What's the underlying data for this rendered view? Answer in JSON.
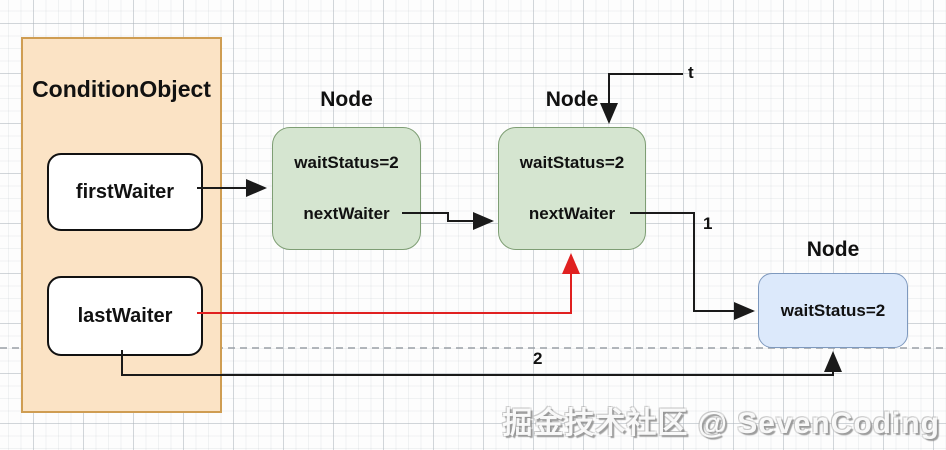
{
  "diagram": {
    "condition_object": {
      "title": "ConditionObject",
      "fields": [
        {
          "label": "firstWaiter"
        },
        {
          "label": "lastWaiter"
        }
      ]
    },
    "nodes": [
      {
        "title": "Node",
        "rows": [
          "waitStatus=2",
          "nextWaiter"
        ]
      },
      {
        "title": "Node",
        "rows": [
          "waitStatus=2",
          "nextWaiter"
        ]
      },
      {
        "title": "Node",
        "rows": [
          "waitStatus=2"
        ]
      }
    ],
    "edge_labels": {
      "thread": "t",
      "step1": "1",
      "step2": "2"
    },
    "watermark": "掘金技术社区 @ SevenCoding",
    "colors": {
      "condition_fill": "#FBE3C5",
      "condition_stroke": "#CF9D52",
      "node_green_fill": "#D5E5D0",
      "node_green_stroke": "#7E9E74",
      "node_blue_fill": "#DCE9FB",
      "node_blue_stroke": "#7E99BE",
      "field_fill": "#FFFFFF",
      "field_stroke": "#111111",
      "arrow_black": "#1A1A1A",
      "arrow_red": "#E02020",
      "dashed_line": "#9AA0A6"
    }
  }
}
